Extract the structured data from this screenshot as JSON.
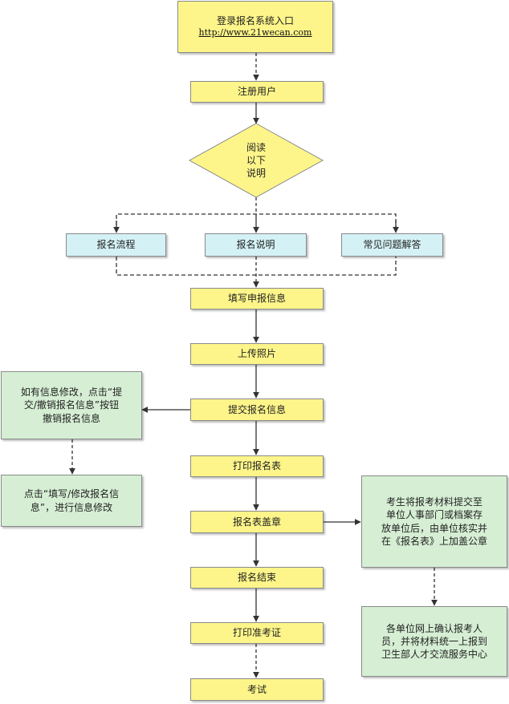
{
  "nodes": {
    "entry_title": "登录报名系统入口",
    "entry_url": "http://www.21wecan.com",
    "register": "注册用户",
    "read_notes": "阅读\n以下\n说明",
    "process": "报名流程",
    "instructions": "报名说明",
    "faq": "常见问题解答",
    "fill_info": "填写申报信息",
    "upload_photo": "上传照片",
    "submit_info": "提交报名信息",
    "modify_note": "如有信息修改，点击“提\n交/撤销报名信息”按钮\n撤销报名信息",
    "modify_fill": "点击“填写/修改报名信\n息”，进行信息修改",
    "print_form": "打印报名表",
    "stamp_form": "报名表盖章",
    "employer_note": "考生将报考材料提交至\n单位人事部门或档案存\n放单位后，由单位核实并\n在《报名表》上加盖公章",
    "confirm_note": "各单位网上确认报考人\n员，并将材料统一上报到\n卫生部人才交流服务中心",
    "finish": "报名结束",
    "print_ticket": "打印准考证",
    "exam": "考试"
  }
}
